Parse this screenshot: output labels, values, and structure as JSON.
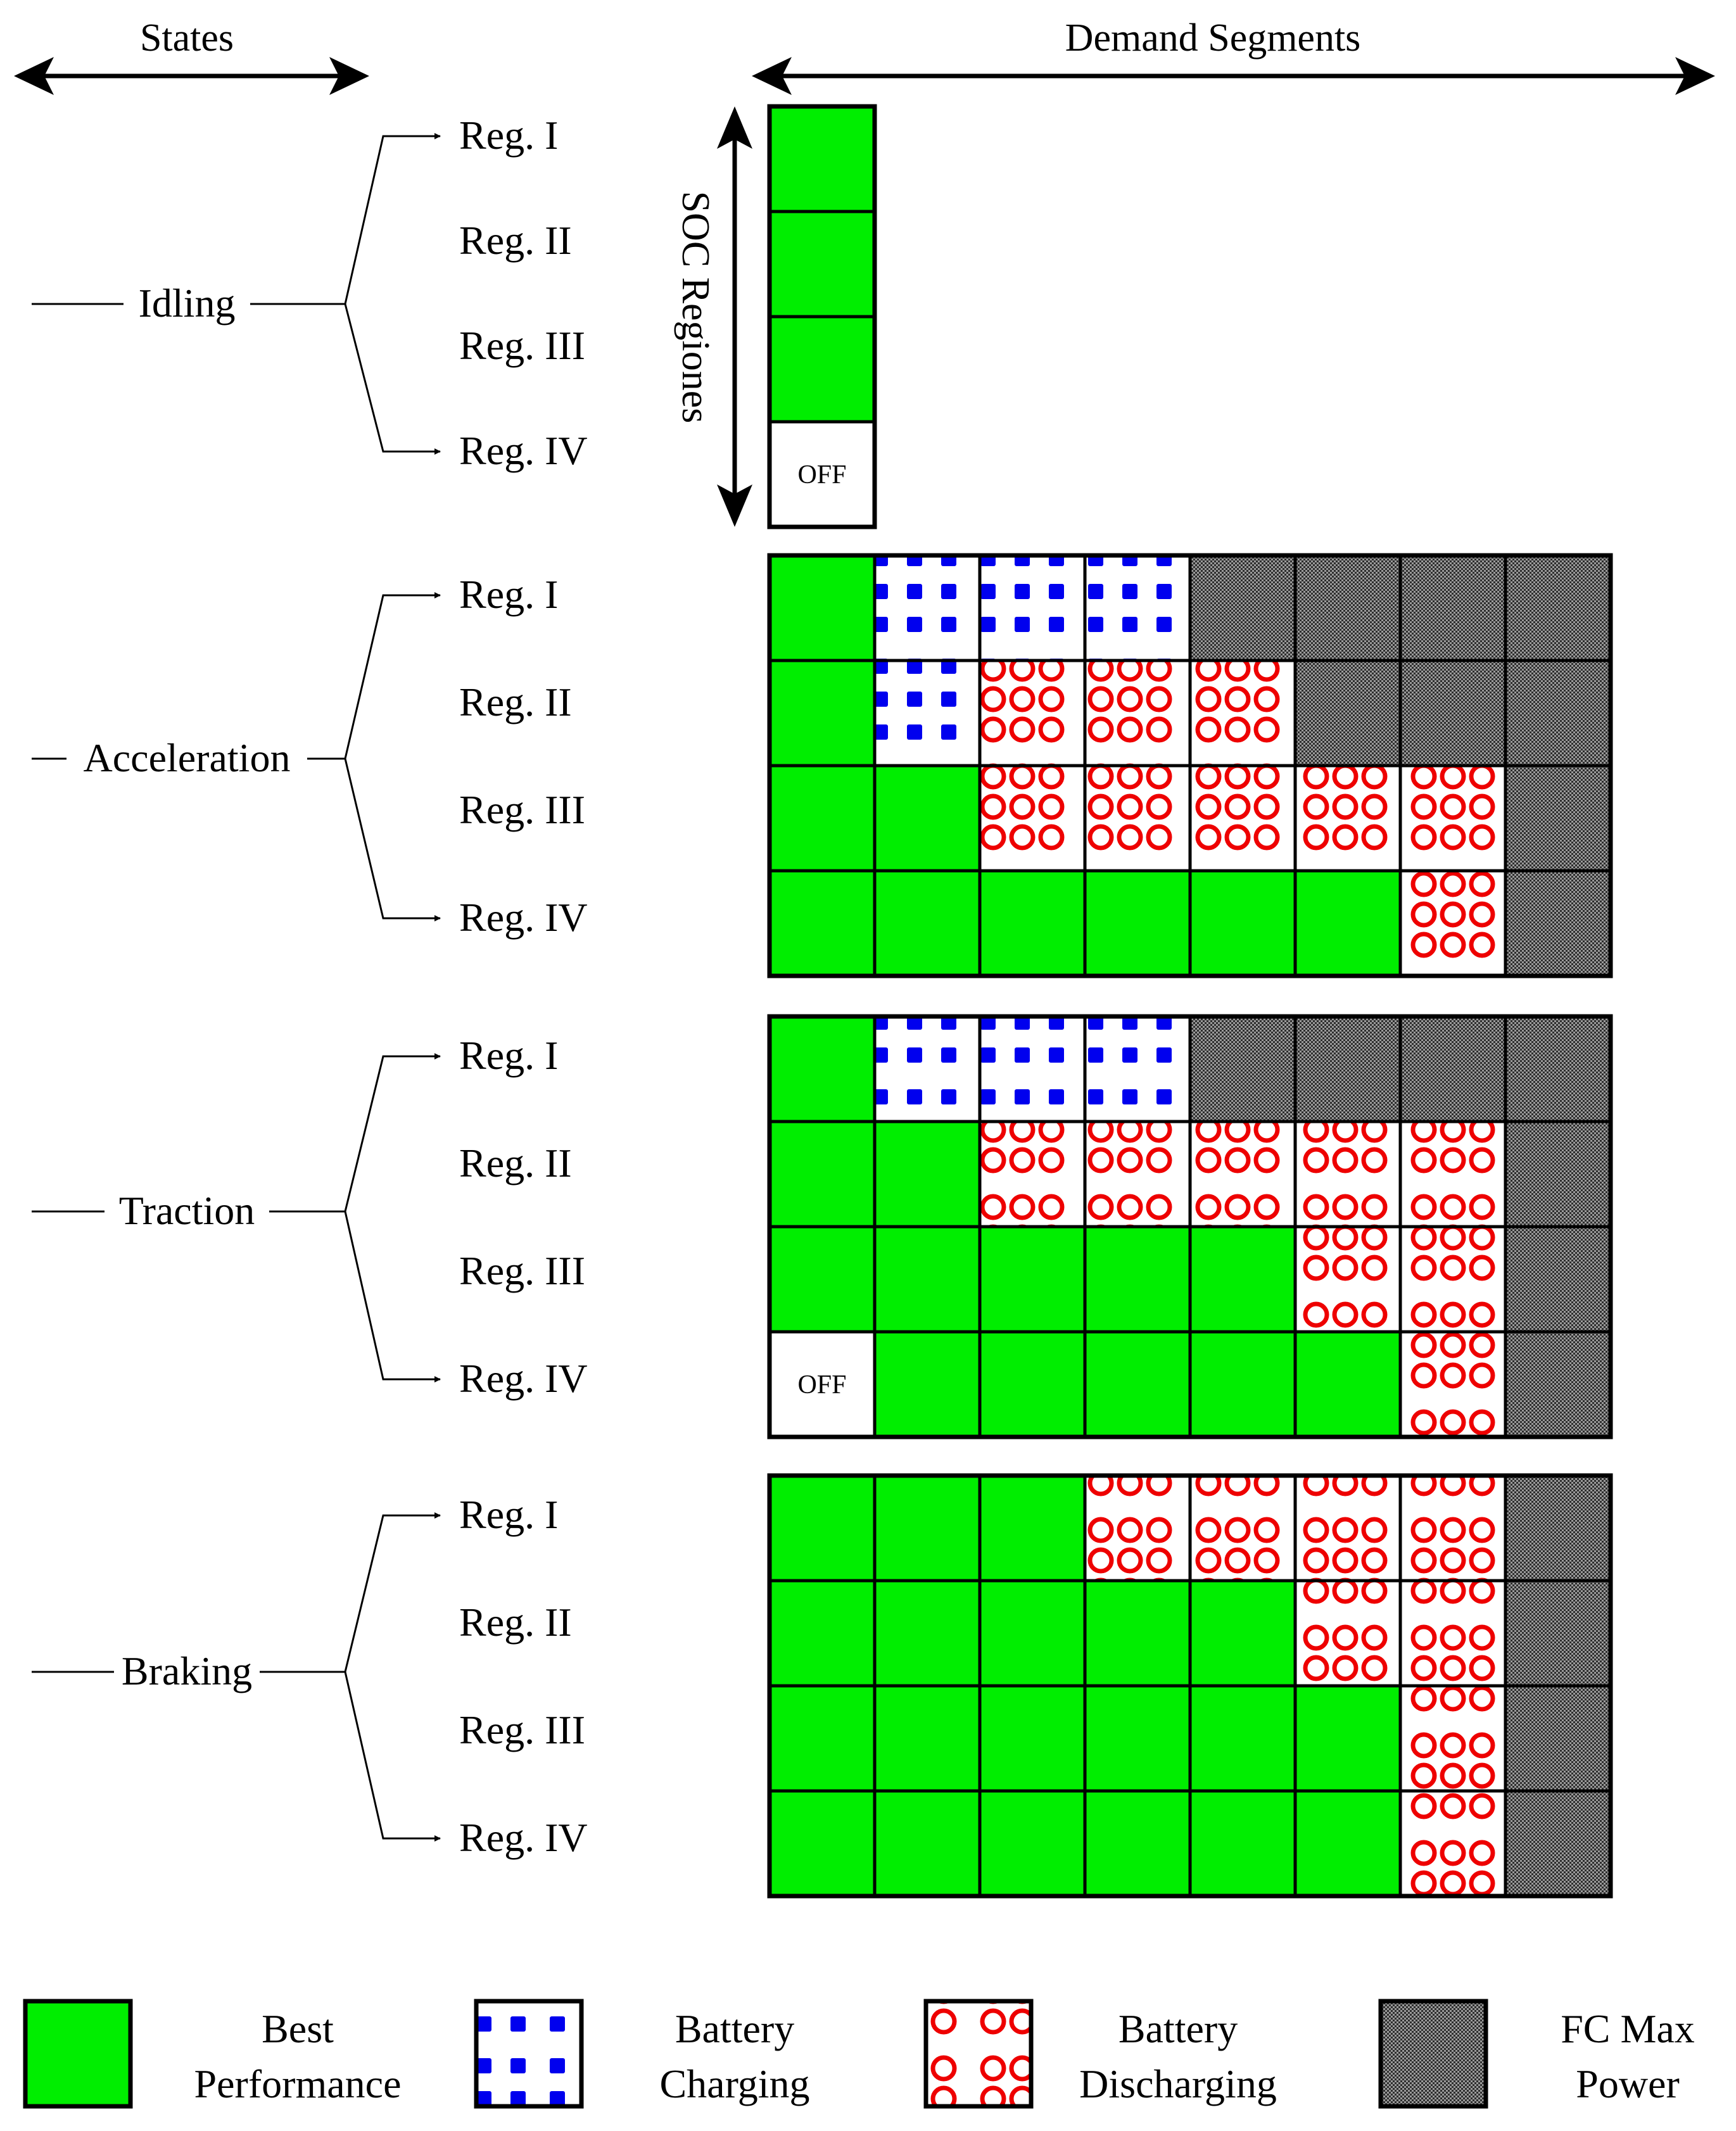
{
  "headers": {
    "states": "States",
    "demand_segments": "Demand Segments",
    "soc_regions": "SOC Regiones"
  },
  "states": [
    {
      "name": "Idling",
      "regions": [
        "Reg. I",
        "Reg. II",
        "Reg. III",
        "Reg. IV"
      ],
      "grid": [
        [
          "best"
        ],
        [
          "best"
        ],
        [
          "best"
        ],
        [
          "off"
        ]
      ]
    },
    {
      "name": "Acceleration",
      "regions": [
        "Reg. I",
        "Reg. II",
        "Reg. III",
        "Reg. IV"
      ],
      "grid": [
        [
          "best",
          "charge",
          "charge",
          "charge",
          "fcmax",
          "fcmax",
          "fcmax",
          "fcmax"
        ],
        [
          "best",
          "charge",
          "discharge",
          "discharge",
          "discharge",
          "fcmax",
          "fcmax",
          "fcmax"
        ],
        [
          "best",
          "best",
          "discharge",
          "discharge",
          "discharge",
          "discharge",
          "discharge",
          "fcmax"
        ],
        [
          "best",
          "best",
          "best",
          "best",
          "best",
          "best",
          "discharge",
          "fcmax"
        ]
      ]
    },
    {
      "name": "Traction",
      "regions": [
        "Reg. I",
        "Reg. II",
        "Reg. III",
        "Reg. IV"
      ],
      "grid": [
        [
          "best",
          "charge",
          "charge",
          "charge",
          "fcmax",
          "fcmax",
          "fcmax",
          "fcmax"
        ],
        [
          "best",
          "best",
          "discharge",
          "discharge",
          "discharge",
          "discharge",
          "discharge",
          "fcmax"
        ],
        [
          "best",
          "best",
          "best",
          "best",
          "best",
          "discharge",
          "discharge",
          "fcmax"
        ],
        [
          "off",
          "best",
          "best",
          "best",
          "best",
          "best",
          "discharge",
          "fcmax"
        ]
      ]
    },
    {
      "name": "Braking",
      "regions": [
        "Reg. I",
        "Reg. II",
        "Reg. III",
        "Reg. IV"
      ],
      "grid": [
        [
          "best",
          "best",
          "best",
          "discharge",
          "discharge",
          "discharge",
          "discharge",
          "fcmax"
        ],
        [
          "best",
          "best",
          "best",
          "best",
          "best",
          "discharge",
          "discharge",
          "fcmax"
        ],
        [
          "best",
          "best",
          "best",
          "best",
          "best",
          "best",
          "discharge",
          "fcmax"
        ],
        [
          "best",
          "best",
          "best",
          "best",
          "best",
          "best",
          "discharge",
          "fcmax"
        ]
      ]
    }
  ],
  "off_label": "OFF",
  "legend": [
    {
      "key": "best",
      "line1": "Best",
      "line2": "Performance"
    },
    {
      "key": "charge",
      "line1": "Battery",
      "line2": "Charging"
    },
    {
      "key": "discharge",
      "line1": "Battery",
      "line2": "Discharging"
    },
    {
      "key": "fcmax",
      "line1": "FC Max",
      "line2": "Power"
    }
  ],
  "colors": {
    "best": "#00ee00",
    "charge": "#0000ee",
    "discharge": "#ee0000",
    "fcmax_dark": "#333333",
    "fcmax_light": "#9a9a9a",
    "border": "#000000"
  }
}
